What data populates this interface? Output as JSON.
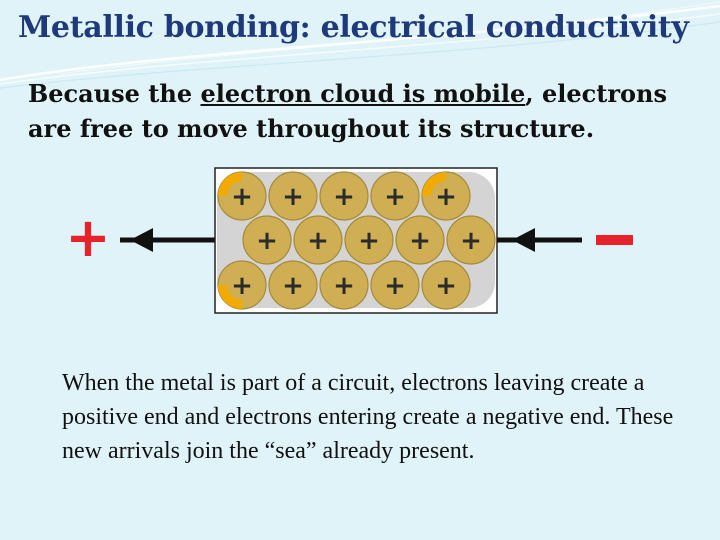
{
  "slide": {
    "title": "Metallic bonding: electrical conductivity",
    "intro": {
      "before": "Because the ",
      "underlined": "electron cloud is mobile",
      "after": ", electrons are free to move throughout its structure."
    },
    "caption": "When the metal is part of a circuit, electrons leaving create a positive end and electrons entering create a negative end. These new arrivals join the “sea” already present."
  },
  "diagram": {
    "left_terminal": "+",
    "right_terminal": "−",
    "ion_symbol": "+",
    "ion_rows": [
      5,
      5,
      5
    ],
    "colors": {
      "ion": "#cfae54",
      "ion_edge": "#a48a3c",
      "electron_cloud": "#d4d4d4",
      "electron_flash": "#f2a900",
      "terminal": "#e8222a",
      "arrow": "#111111",
      "title": "#1f3a7a"
    }
  }
}
